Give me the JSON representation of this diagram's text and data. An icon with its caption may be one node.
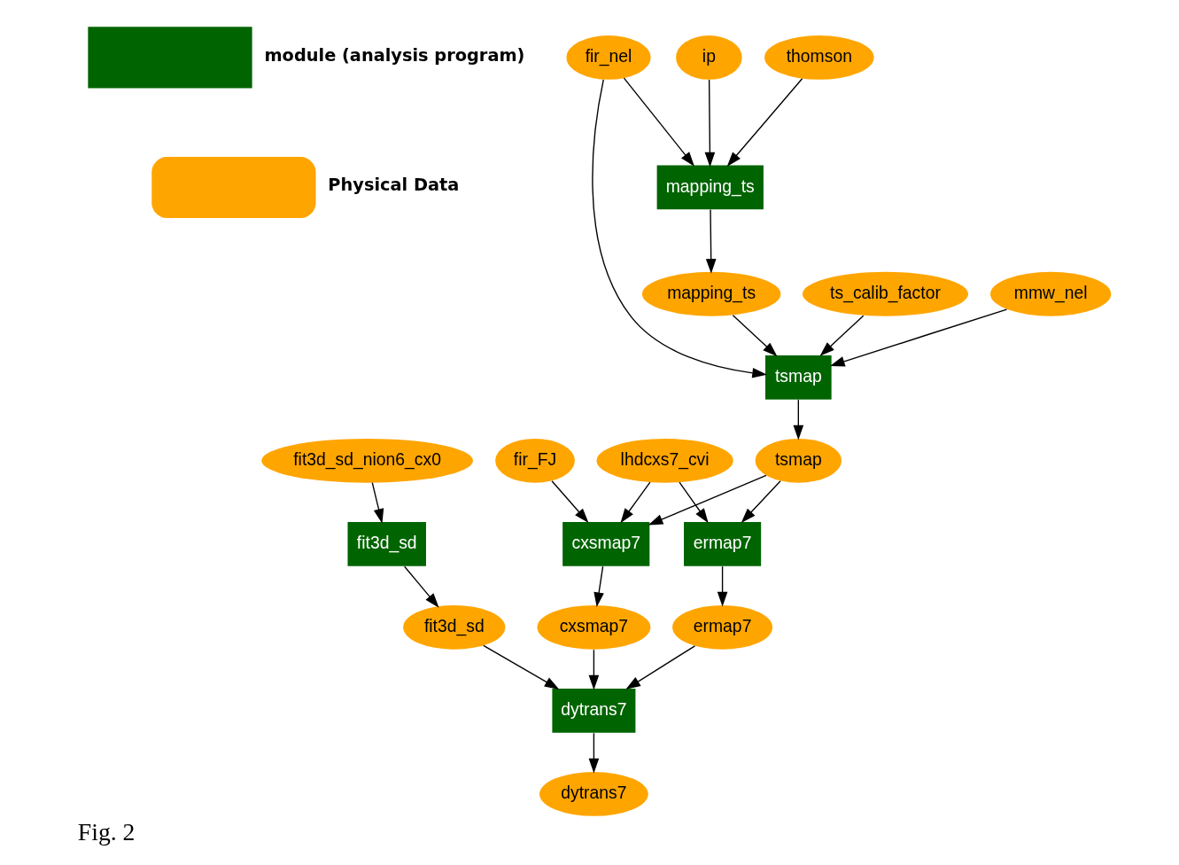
{
  "diagram": {
    "caption": "Fig. 2",
    "nodes": [
      {
        "text": [
          "fir_nel"
        ]
      },
      {
        "text": [
          "thomson"
        ]
      },
      {
        "text": [
          "ip"
        ]
      },
      {
        "text": [
          "mapping_ts"
        ]
      },
      {
        "text": [
          "mapping_ts"
        ]
      },
      {
        "text": [
          "ts_calib_factor"
        ]
      },
      {
        "text": [
          "mmw_nel"
        ]
      },
      {
        "text": [
          "tsmap"
        ]
      },
      {
        "text": [
          "fit3d_sd_nion6_cx0"
        ]
      },
      {
        "text": [
          "fir_FJ"
        ]
      },
      {
        "text": [
          "lhdcxs7_cvi"
        ]
      },
      {
        "text": [
          "tsmap"
        ]
      },
      {
        "text": [
          "fit3d_sd"
        ]
      },
      {
        "text": [
          "cxsmap7"
        ]
      },
      {
        "text": [
          "ermap7"
        ]
      },
      {
        "text": [
          "fit3d_sd"
        ]
      },
      {
        "text": [
          "cxsmap7"
        ]
      },
      {
        "text": [
          "ermap7"
        ]
      },
      {
        "text": [
          "dytrans7"
        ]
      },
      {
        "text": [
          "dytrans7"
        ]
      }
    ],
    "edges": [
      {
        "from": 0,
        "to": 3,
        "arrow": "to"
      },
      {
        "from": 1,
        "to": 3,
        "arrow": "to"
      },
      {
        "from": 2,
        "to": 3,
        "arrow": "to"
      },
      {
        "from": 3,
        "to": 4,
        "arrow": "to"
      },
      {
        "from": 4,
        "to": 7,
        "arrow": "to"
      },
      {
        "from": 5,
        "to": 7,
        "arrow": "to"
      },
      {
        "from": 6,
        "to": 7,
        "arrow": "to"
      },
      {
        "from": 0,
        "to": 7,
        "arrow": "to"
      },
      {
        "from": 7,
        "to": 11,
        "arrow": "to"
      },
      {
        "from": 8,
        "to": 12,
        "arrow": "to"
      },
      {
        "from": 9,
        "to": 13,
        "arrow": "to"
      },
      {
        "from": 10,
        "to": 13,
        "arrow": "to"
      },
      {
        "from": 11,
        "to": 13,
        "arrow": "to"
      },
      {
        "from": 10,
        "to": 14,
        "arrow": "to"
      },
      {
        "from": 11,
        "to": 14,
        "arrow": "to"
      },
      {
        "from": 12,
        "to": 15,
        "arrow": "to"
      },
      {
        "from": 13,
        "to": 16,
        "arrow": "to"
      },
      {
        "from": 14,
        "to": 17,
        "arrow": "to"
      },
      {
        "from": 15,
        "to": 18,
        "arrow": "to"
      },
      {
        "from": 16,
        "to": 18,
        "arrow": "to"
      },
      {
        "from": 17,
        "to": 18,
        "arrow": "to"
      },
      {
        "from": 18,
        "to": 19,
        "arrow": "to"
      }
    ],
    "legend": [
      {
        "text": "module (analysis program)",
        "color": "#006400"
      },
      {
        "text": "Physical Data",
        "color": "#ffa500"
      }
    ]
  }
}
